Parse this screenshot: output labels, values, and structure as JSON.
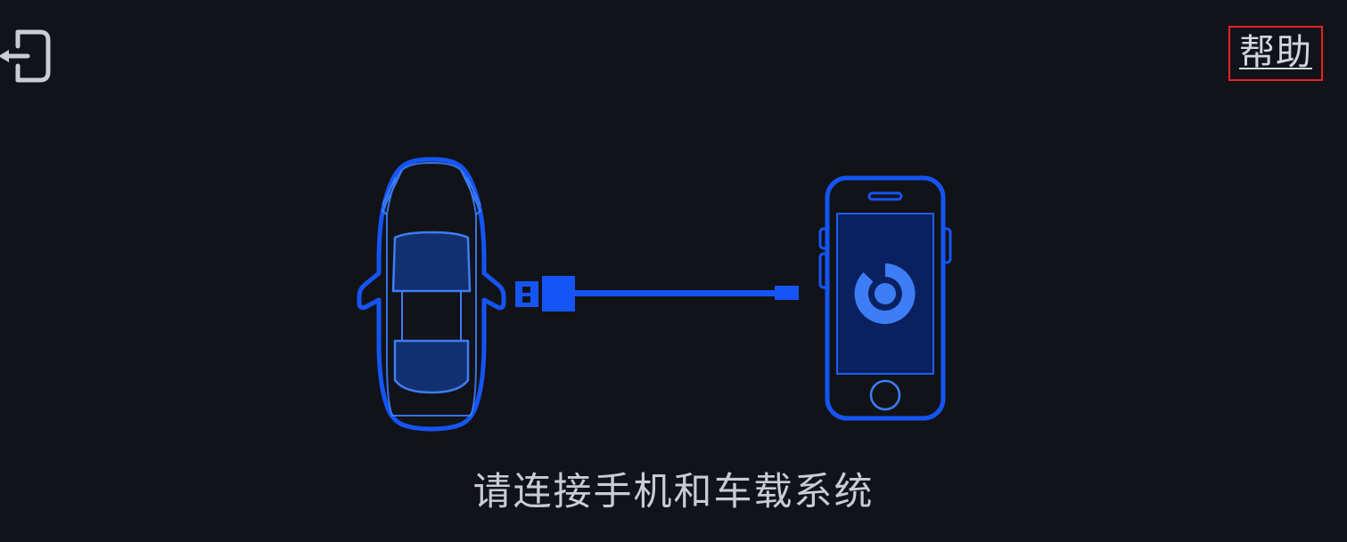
{
  "screen": {
    "name": "phone-projection-connect-screen",
    "background_color": "#121318"
  },
  "top_bar": {
    "exit_icon": "exit-arrow-icon",
    "help_button": {
      "label": "帮助",
      "border_color": "#e82127",
      "text_color": "#d3d5da",
      "underlined": true
    }
  },
  "illustration": {
    "car": {
      "icon": "car-top-view-icon",
      "outline_color": "#1555f5",
      "fill_color": "#123070"
    },
    "cable": {
      "icon": "usb-cable-icon",
      "color": "#1555f5"
    },
    "phone": {
      "icon": "smartphone-icon",
      "outline_color": "#1555f5",
      "screen_fill_color": "#0b2060",
      "app_logo": {
        "icon": "carplay-c-logo-icon",
        "color": "#3d7df5"
      }
    }
  },
  "caption": {
    "text": "请连接手机和车载系统",
    "color": "#c9ccd2"
  }
}
